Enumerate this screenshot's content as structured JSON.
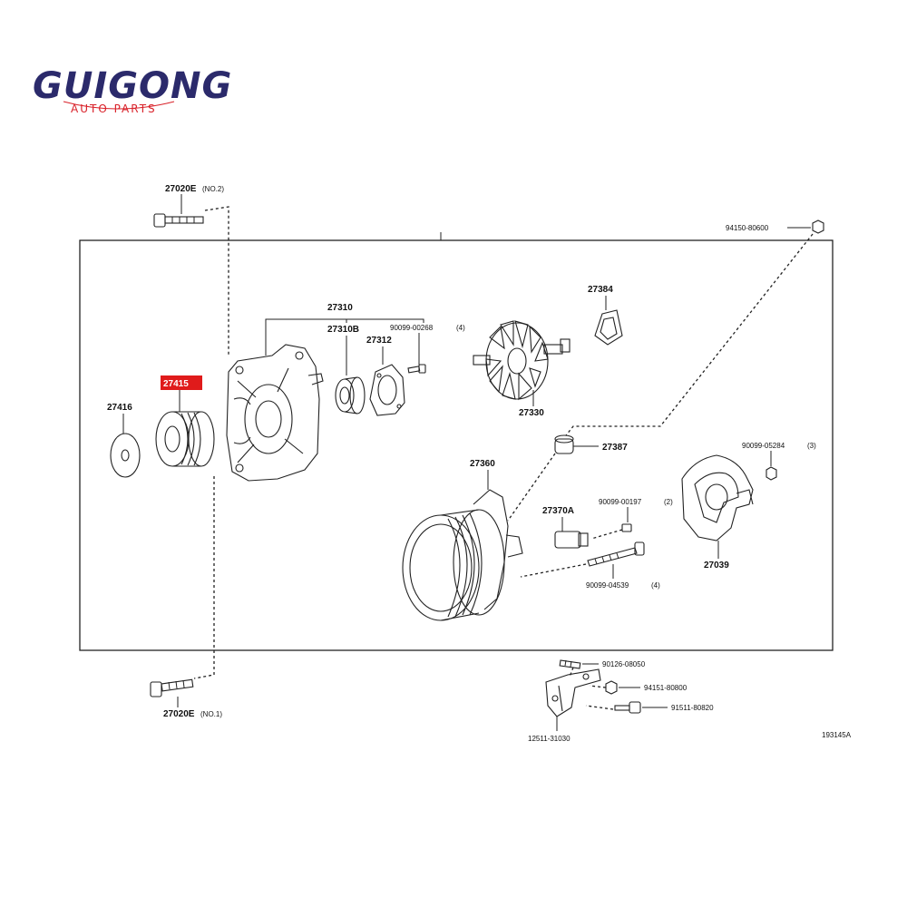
{
  "logo": {
    "brand": "GUIGONG",
    "tagline": "AUTO PARTS",
    "brand_color": "#2b2a6b",
    "tagline_color": "#d9222a"
  },
  "diagram": {
    "assembly_label": "27020",
    "figure_code": "193145A",
    "highlight_color": "#e01b1b",
    "labels": {
      "bolt_no2": "27020E",
      "bolt_no2_note": "(NO.2)",
      "bolt_no1": "27020E",
      "bolt_no1_note": "(NO.1)",
      "nut_top_right": "94150-80600",
      "frame_group": "27310",
      "frame_bearing": "27310B",
      "retainer_plate": "27312",
      "retainer_screw": "90099-00268",
      "retainer_screw_qty": "(4)",
      "rotor": "27330",
      "ring": "27384",
      "pulley": "27415",
      "washer": "27416",
      "terminal_insulator": "27387",
      "rear_cover_nut": "90099-05284",
      "rear_cover_nut_qty": "(3)",
      "stator_frame": "27360",
      "brush_holder": "27370A",
      "brush_screw": "90099-00197",
      "brush_screw_qty": "(2)",
      "through_bolt": "90099-04539",
      "through_bolt_qty": "(4)",
      "rear_cover": "27039",
      "stud_bolt": "90126-08050",
      "bracket_nut": "94151-80800",
      "bracket_bolt": "91511-80820",
      "bracket": "12511-31030"
    }
  }
}
